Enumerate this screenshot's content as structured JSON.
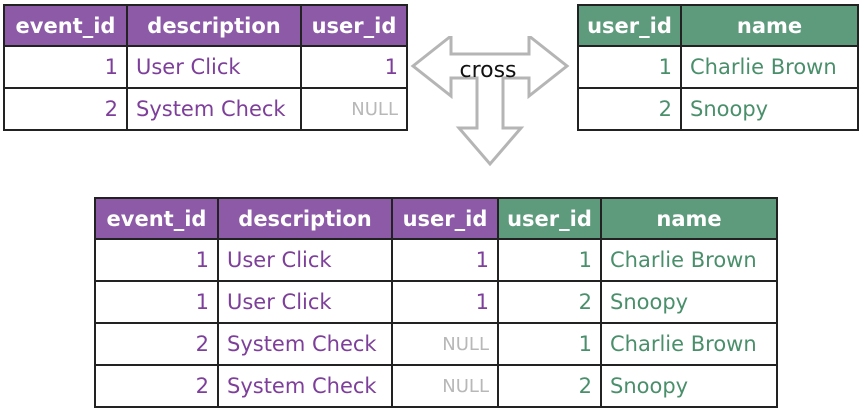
{
  "colors": {
    "left": "#8c5aa6",
    "right": "#5e9a7c"
  },
  "events": {
    "headers": [
      "event_id",
      "description",
      "user_id"
    ],
    "rows": [
      [
        "1",
        "User Click",
        "1"
      ],
      [
        "2",
        "System Check",
        "NULL"
      ]
    ]
  },
  "users": {
    "headers": [
      "user_id",
      "name"
    ],
    "rows": [
      [
        "1",
        "Charlie Brown"
      ],
      [
        "2",
        "Snoopy"
      ]
    ]
  },
  "operation": {
    "label": "cross",
    "icon": "join-arrows-icon"
  },
  "result": {
    "headers": [
      "event_id",
      "description",
      "user_id",
      "user_id",
      "name"
    ],
    "rows": [
      [
        "1",
        "User Click",
        "1",
        "1",
        "Charlie Brown"
      ],
      [
        "1",
        "User Click",
        "1",
        "2",
        "Snoopy"
      ],
      [
        "2",
        "System Check",
        "NULL",
        "1",
        "Charlie Brown"
      ],
      [
        "2",
        "System Check",
        "NULL",
        "2",
        "Snoopy"
      ]
    ]
  }
}
